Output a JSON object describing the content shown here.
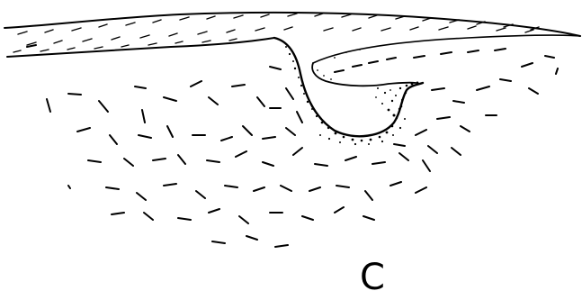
{
  "figure": {
    "panel_label": "C",
    "colors": {
      "ink": "#000000",
      "background": "#ffffff"
    },
    "icons": {
      "surface_layer": "hatched-layer",
      "underlying_tissue": "scattered-dash-strokes",
      "pocket": "stippled-invagination"
    }
  }
}
